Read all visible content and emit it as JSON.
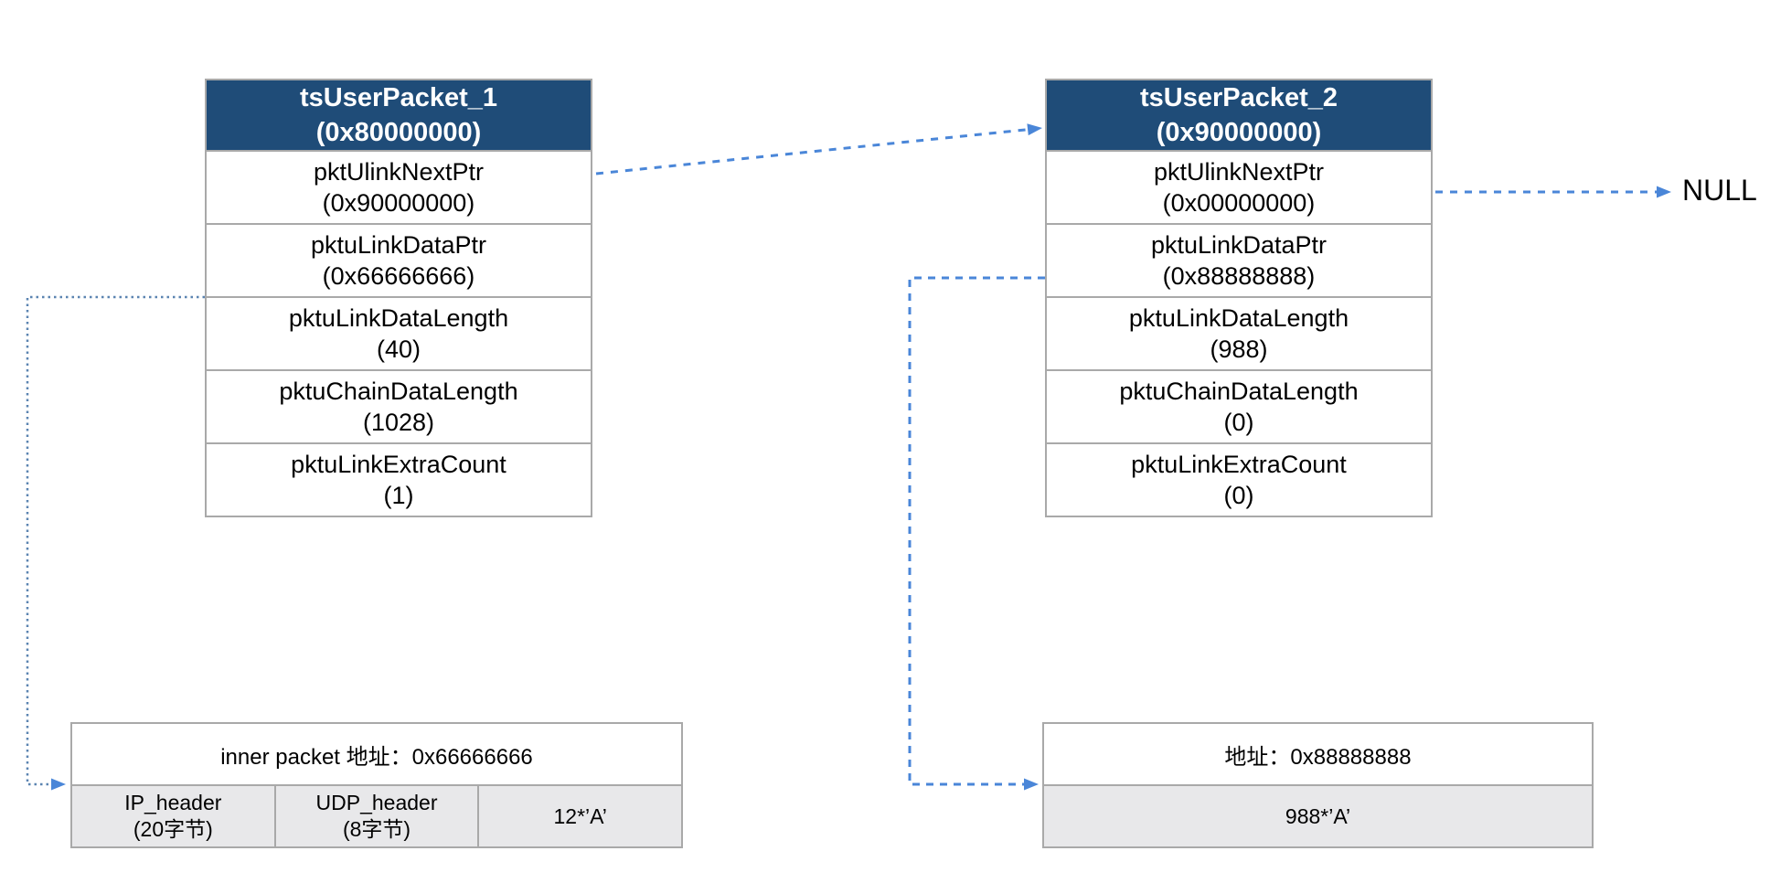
{
  "diagram": {
    "packet1": {
      "title": "tsUserPacket_1",
      "address": "(0x80000000)",
      "fields": [
        {
          "name": "pktUlinkNextPtr",
          "value": "(0x90000000)"
        },
        {
          "name": "pktuLinkDataPtr",
          "value": "(0x66666666)"
        },
        {
          "name": "pktuLinkDataLength",
          "value": "(40)"
        },
        {
          "name": "pktuChainDataLength",
          "value": "(1028)"
        },
        {
          "name": "pktuLinkExtraCount",
          "value": "(1)"
        }
      ]
    },
    "packet2": {
      "title": "tsUserPacket_2",
      "address": "(0x90000000)",
      "fields": [
        {
          "name": "pktUlinkNextPtr",
          "value": "(0x00000000)"
        },
        {
          "name": "pktuLinkDataPtr",
          "value": "(0x88888888)"
        },
        {
          "name": "pktuLinkDataLength",
          "value": "(988)"
        },
        {
          "name": "pktuChainDataLength",
          "value": "(0)"
        },
        {
          "name": "pktuLinkExtraCount",
          "value": "(0)"
        }
      ]
    },
    "null_label": "NULL",
    "buffer1": {
      "title": "inner packet 地址：0x66666666",
      "cells": [
        {
          "line1": "IP_header",
          "line2": "(20字节)"
        },
        {
          "line1": "UDP_header",
          "line2": "(8字节)"
        },
        {
          "line1": "12*’A’",
          "line2": ""
        }
      ]
    },
    "buffer2": {
      "title": "地址：0x88888888",
      "cell": "988*’A’"
    },
    "colors": {
      "header_bg": "#1f4c78",
      "header_text": "#ffffff",
      "table_border": "#a9a9a9",
      "buffer_cell_bg": "#e8e8ea",
      "arrow_dashed_blue": "#4a86d8",
      "arrow_dotted_blue": "#5b84b1",
      "text": "#000000",
      "background": "#ffffff"
    }
  }
}
